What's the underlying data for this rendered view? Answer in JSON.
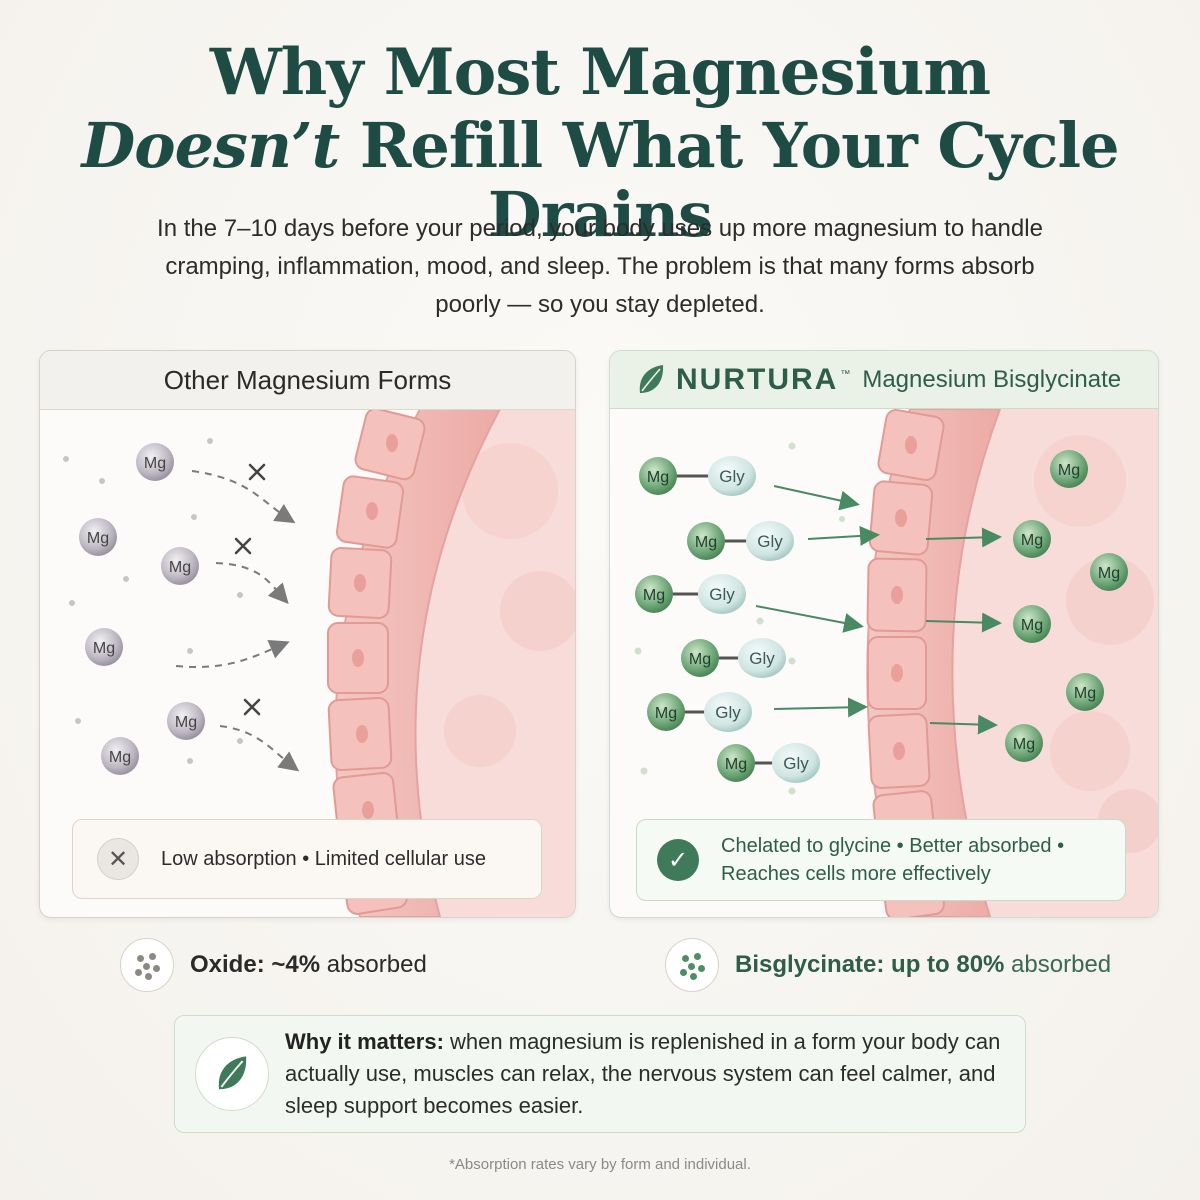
{
  "title": {
    "line1": "Why Most Magnesium",
    "line2_em": "Doesn’t",
    "line2_rest": " Refill What Your Cycle Drains"
  },
  "intro": "In the 7–10 days before your period, your body uses up more magnesium to handle cramping, inflammation, mood, and sleep. The problem is that many forms absorb poorly — so you stay depleted.",
  "left_panel": {
    "header": "Other Magnesium Forms",
    "molecule_label": "Mg",
    "caption": "Low absorption  •  Limited cellular use"
  },
  "right_panel": {
    "brand": "NURTURA",
    "trademark": "™",
    "product": "Magnesium Bisglycinate",
    "mg_label": "Mg",
    "gly_label": "Gly",
    "caption_line1": "Chelated to glycine  •  Better absorbed  •",
    "caption_line2": "Reaches cells more effectively"
  },
  "stats": {
    "left_bold": "Oxide: ~4%",
    "left_rest": " absorbed",
    "right_bold": "Bisglycinate: up to 80%",
    "right_rest": " absorbed"
  },
  "matters": {
    "bold": "Why it matters:",
    "text": " when magnesium is replenished in a form your body can actually use, muscles can relax, the nervous system can feel calmer, and sleep support becomes easier."
  },
  "footnote": "*Absorption rates vary by form and individual.",
  "colors": {
    "title_green": "#1f4b45",
    "brand_green": "#2e5d4a",
    "cell_pink": "#f2b9b5",
    "mg_green": "#5f9a6c",
    "mg_gray": "#b7b2bc"
  },
  "icons": {
    "fail": "x-mark-icon",
    "success": "check-icon",
    "brand": "leaf-icon",
    "stat": "dots-icon"
  }
}
